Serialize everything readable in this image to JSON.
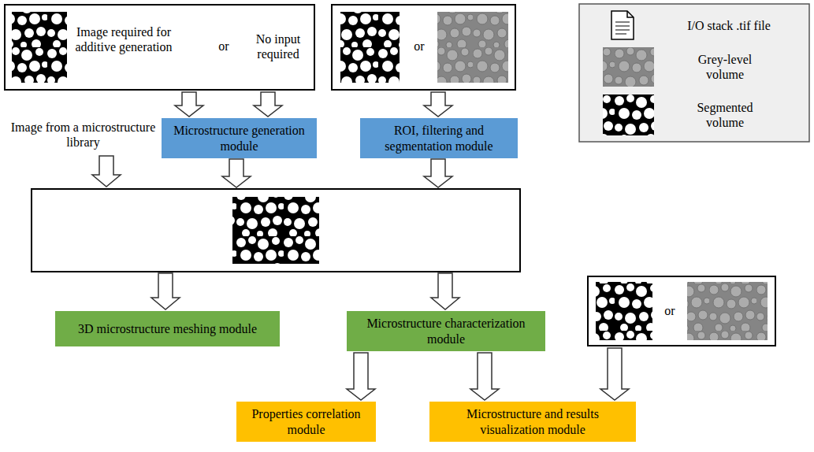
{
  "diagram": {
    "nodes": [
      {
        "text": [
          "Image required for additive generation",
          "or",
          "No input required"
        ]
      },
      {
        "text": [
          "or"
        ]
      },
      {
        "text": [
          "Microstructure generation module"
        ]
      },
      {
        "text": [
          "ROI, filtering and segmentation module"
        ]
      },
      {
        "text": [
          "3D microstructure meshing module"
        ]
      },
      {
        "text": [
          "Microstructure characterization module"
        ]
      },
      {
        "text": [
          "or"
        ]
      },
      {
        "text": [
          "Properties correlation module"
        ]
      },
      {
        "text": [
          "Microstructure and results visualization module"
        ]
      }
    ],
    "edges": [
      {
        "from": 0,
        "to": 2,
        "arrow": "to"
      },
      {
        "from": 0,
        "to": 2,
        "arrow": "to"
      },
      {
        "from": 1,
        "to": 3,
        "arrow": "to"
      },
      {
        "from": 5,
        "to": 7,
        "arrow": "to"
      },
      {
        "from": 5,
        "to": 8,
        "arrow": "to"
      },
      {
        "from": 6,
        "to": 8,
        "arrow": "to"
      }
    ],
    "labels": [
      "Image from a microstructure library"
    ],
    "legend": [
      {
        "text": "I/O stack .tif file"
      },
      {
        "text": "Grey-level volume"
      },
      {
        "text": "Segmented volume"
      }
    ]
  }
}
